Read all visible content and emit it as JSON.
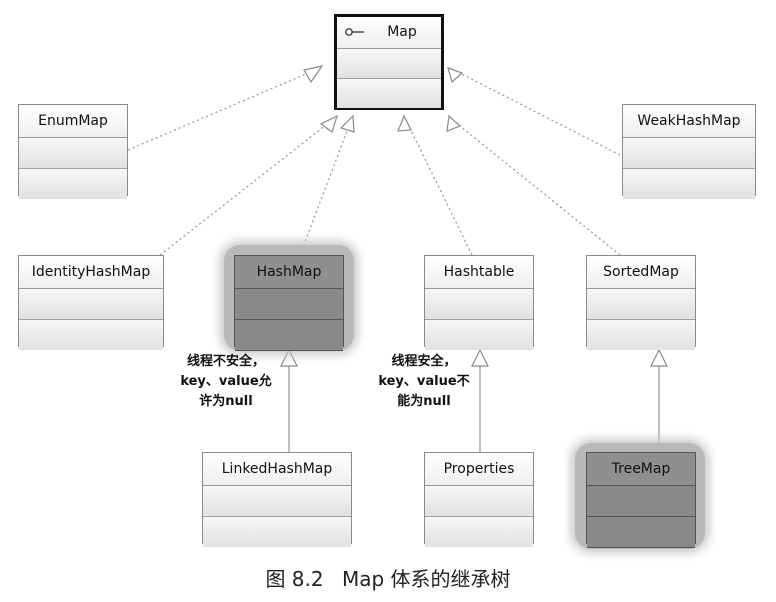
{
  "diagram": {
    "classes": {
      "map": "Map",
      "enummap": "EnumMap",
      "weakhashmap": "WeakHashMap",
      "identityhashmap": "IdentityHashMap",
      "hashmap": "HashMap",
      "hashtable": "Hashtable",
      "sortedmap": "SortedMap",
      "linkedhashmap": "LinkedHashMap",
      "properties": "Properties",
      "treemap": "TreeMap"
    },
    "notes": {
      "hashmap_note": [
        "线程不安全，",
        "key、value允",
        "许为null"
      ],
      "hashtable_note": [
        "线程安全，",
        "key、value不",
        "能为null"
      ]
    },
    "caption": {
      "figure": "图 8.2",
      "title": "Map 体系的继承树"
    }
  }
}
